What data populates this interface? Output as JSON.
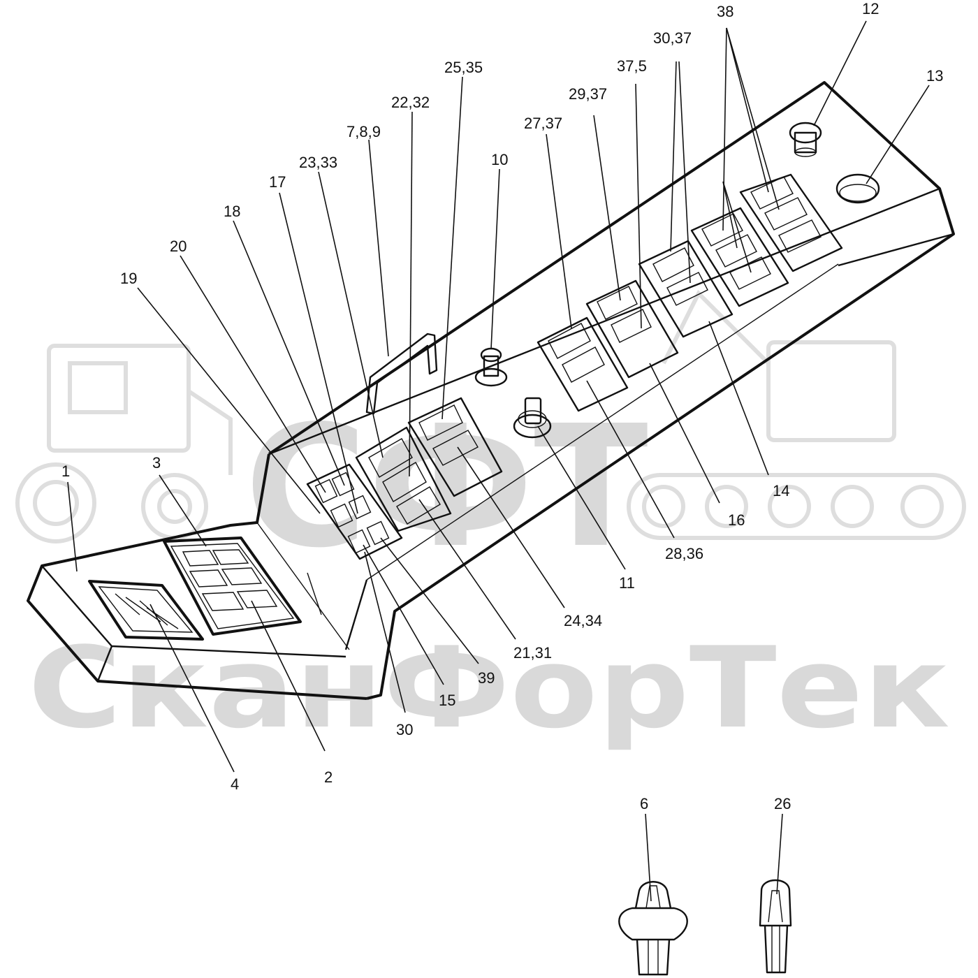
{
  "watermark": {
    "logo_text": "СФТ",
    "company_text": "СканФорТек"
  },
  "callouts": [
    {
      "id": "c1",
      "text": "1"
    },
    {
      "id": "c2",
      "text": "2"
    },
    {
      "id": "c3",
      "text": "3"
    },
    {
      "id": "c4",
      "text": "4"
    },
    {
      "id": "c6",
      "text": "6"
    },
    {
      "id": "c789",
      "text": "7,8,9"
    },
    {
      "id": "c10",
      "text": "10"
    },
    {
      "id": "c11",
      "text": "11"
    },
    {
      "id": "c12",
      "text": "12"
    },
    {
      "id": "c13",
      "text": "13"
    },
    {
      "id": "c14",
      "text": "14"
    },
    {
      "id": "c15",
      "text": "15"
    },
    {
      "id": "c16",
      "text": "16"
    },
    {
      "id": "c17",
      "text": "17"
    },
    {
      "id": "c18",
      "text": "18"
    },
    {
      "id": "c19",
      "text": "19"
    },
    {
      "id": "c20",
      "text": "20"
    },
    {
      "id": "c2131",
      "text": "21,31"
    },
    {
      "id": "c2232",
      "text": "22,32"
    },
    {
      "id": "c2333",
      "text": "23,33"
    },
    {
      "id": "c2434",
      "text": "24,34"
    },
    {
      "id": "c2535",
      "text": "25,35"
    },
    {
      "id": "c26",
      "text": "26"
    },
    {
      "id": "c2737",
      "text": "27,37"
    },
    {
      "id": "c2836",
      "text": "28,36"
    },
    {
      "id": "c2937",
      "text": "29,37"
    },
    {
      "id": "c30",
      "text": "30"
    },
    {
      "id": "c3037",
      "text": "30,37"
    },
    {
      "id": "c375",
      "text": "37,5"
    },
    {
      "id": "c38",
      "text": "38"
    },
    {
      "id": "c39",
      "text": "39"
    }
  ]
}
